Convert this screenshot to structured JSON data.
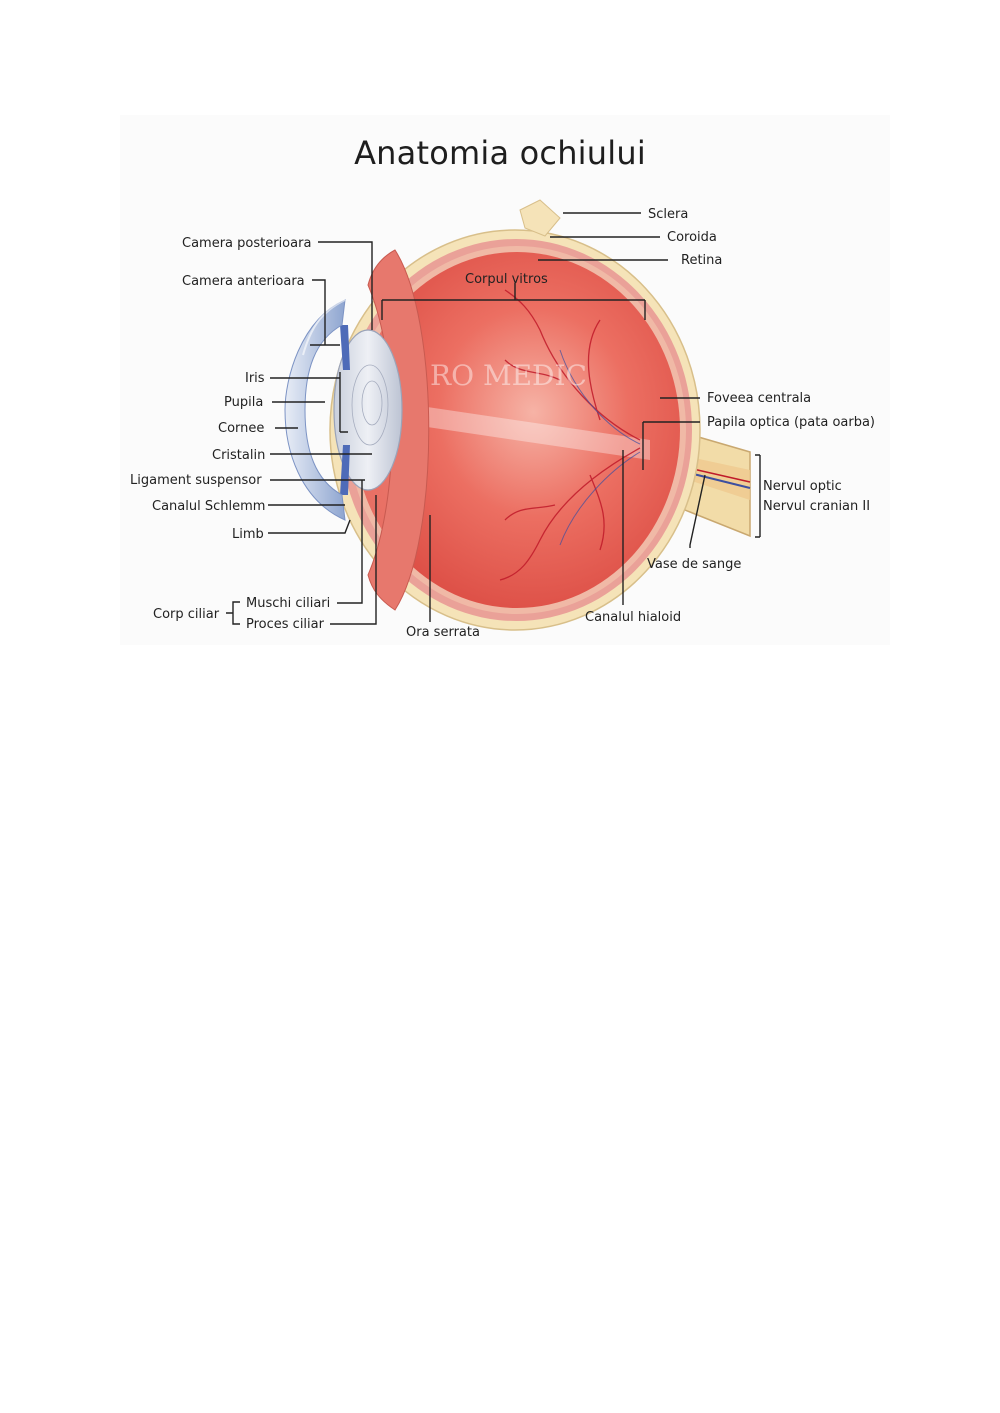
{
  "title": "Anatomia ochiului",
  "watermark": "RO MEDIC",
  "labels": {
    "sclera": "Sclera",
    "coroida": "Coroida",
    "retina": "Retina",
    "corpul_vitros": "Corpul vitros",
    "camera_posterioara": "Camera posterioara",
    "camera_anterioara": "Camera anterioara",
    "iris": "Iris",
    "pupila": "Pupila",
    "cornee": "Cornee",
    "cristalin": "Cristalin",
    "ligament_suspensor": "Ligament suspensor",
    "canalul_schlemm": "Canalul Schlemm",
    "limb": "Limb",
    "corp_ciliar": "Corp ciliar",
    "muschi_ciliari": "Muschi ciliari",
    "proces_ciliar": "Proces ciliar",
    "ora_serrata": "Ora serrata",
    "canalul_hialoid": "Canalul hialoid",
    "vase_de_sange": "Vase de sange",
    "foveea_centrala": "Foveea centrala",
    "papila_optica": "Papila optica (pata oarba)",
    "nervul_optic": "Nervul optic",
    "nervul_cranian": "Nervul cranian II"
  },
  "colors": {
    "vitreous": "#e85a50",
    "vitreous_light": "#f3a79a",
    "sclera": "#f5e3b8",
    "choroid": "#e8958c",
    "cornea": "#9fb4d8",
    "lens": "#d9dde8",
    "vessel": "#c01a2a"
  }
}
